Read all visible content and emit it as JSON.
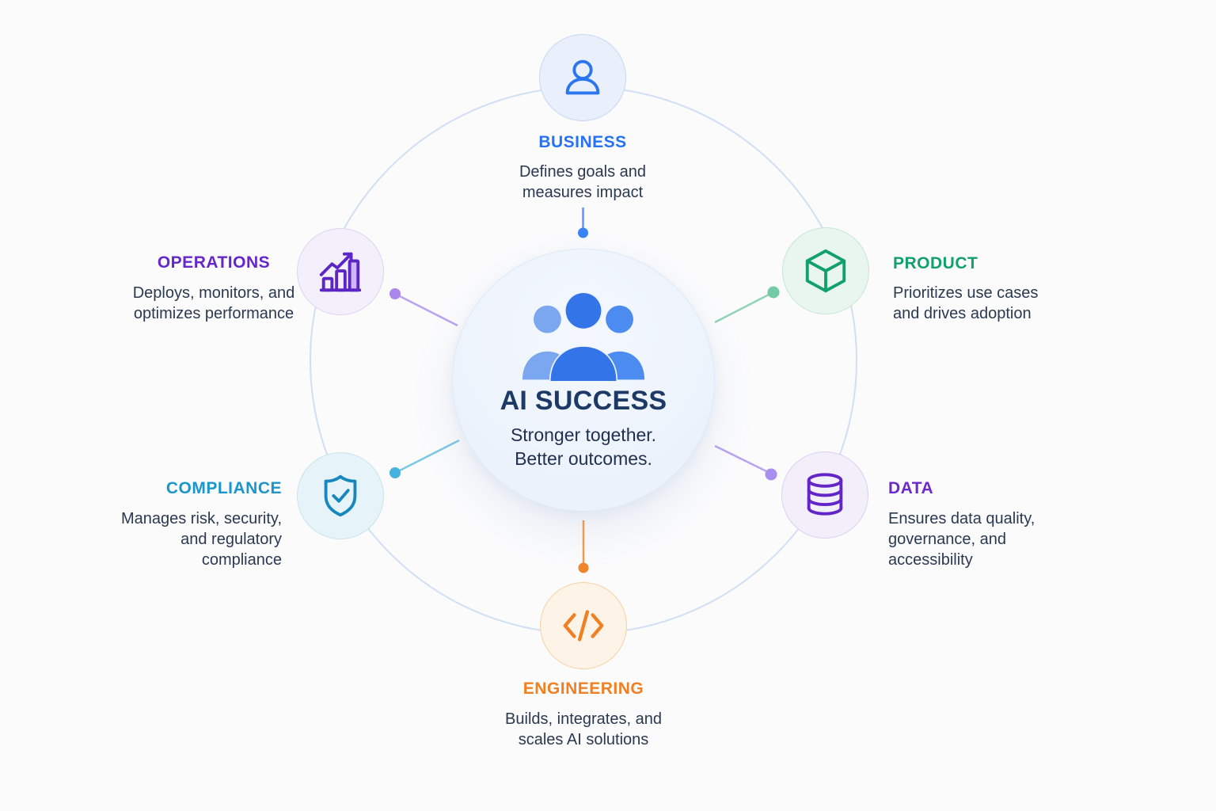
{
  "diagram": {
    "center": {
      "title": "AI SUCCESS",
      "subtitle": "Stronger together.\nBetter outcomes.",
      "icon": "people-group-icon",
      "title_color": "#1d3a66",
      "circle_fill": "#edf3fc"
    },
    "nodes": [
      {
        "id": "business",
        "label": "BUSINESS",
        "description": "Defines goals and\nmeasures impact",
        "icon": "person-icon",
        "accent_color": "#2672f3",
        "circle_fill": "#e9f0fb",
        "circle_border": "#c3d8f6",
        "connector_color": "#3b82f6"
      },
      {
        "id": "operations",
        "label": "OPERATIONS",
        "description": "Deploys, monitors, and\noptimizes performance",
        "icon": "bar-chart-trend-icon",
        "accent_color": "#6527c9",
        "circle_fill": "#f4f0fb",
        "circle_border": "#ded2f2",
        "connector_color": "#a886ec"
      },
      {
        "id": "product",
        "label": "PRODUCT",
        "description": "Prioritizes use cases\nand drives adoption",
        "icon": "cube-icon",
        "accent_color": "#12a06d",
        "circle_fill": "#e8f6ee",
        "circle_border": "#c5e7d6",
        "connector_color": "#74caa6"
      },
      {
        "id": "compliance",
        "label": "COMPLIANCE",
        "description": "Manages risk, security,\nand regulatory\ncompliance",
        "icon": "shield-check-icon",
        "accent_color": "#1b96cd",
        "circle_fill": "#e6f3f8",
        "circle_border": "#c6e4ef",
        "connector_color": "#45b1dd"
      },
      {
        "id": "data",
        "label": "DATA",
        "description": "Ensures data quality,\ngovernance, and\naccessibility",
        "icon": "database-icon",
        "accent_color": "#6d2acb",
        "circle_fill": "#f2eefa",
        "circle_border": "#dccff0",
        "connector_color": "#a98ef0"
      },
      {
        "id": "engineering",
        "label": "ENGINEERING",
        "description": "Builds, integrates, and\nscales AI solutions",
        "icon": "code-icon",
        "accent_color": "#f08024",
        "circle_fill": "#fdf3e6",
        "circle_border": "#f6d2a4",
        "connector_color": "#f0862c"
      }
    ]
  }
}
